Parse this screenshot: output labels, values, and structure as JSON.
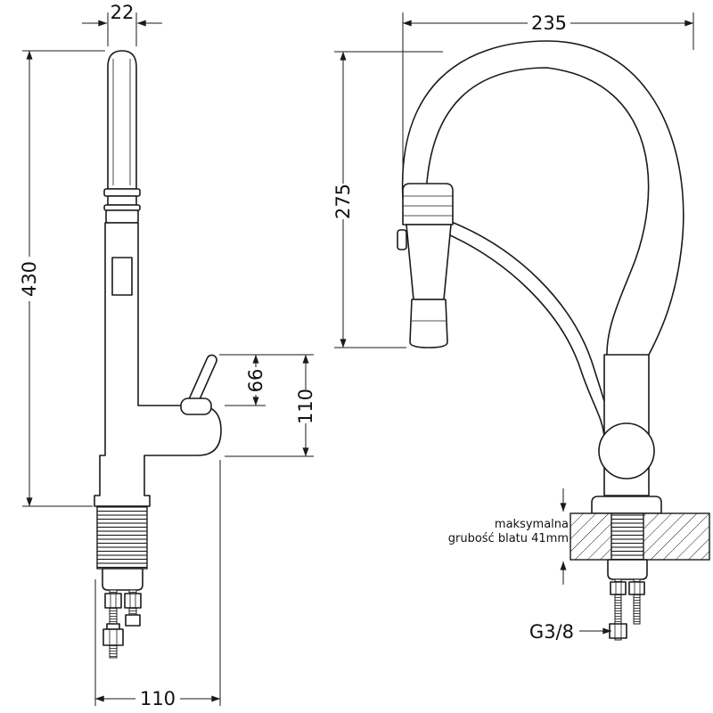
{
  "drawing": {
    "title": "kitchen faucet technical drawing",
    "line_color": "#1a1a1a",
    "background": "#ffffff"
  },
  "side_view": {
    "dims": {
      "spout_width": "22",
      "total_height": "430",
      "handle_rise": "66",
      "handle_reach": "110",
      "base_width": "110"
    }
  },
  "front_view": {
    "dims": {
      "spout_reach": "235",
      "spout_height": "275",
      "thread_size": "G3/8"
    },
    "countertop_note": {
      "line1": "maksymalna",
      "line2": "grubość blatu 41mm"
    }
  }
}
